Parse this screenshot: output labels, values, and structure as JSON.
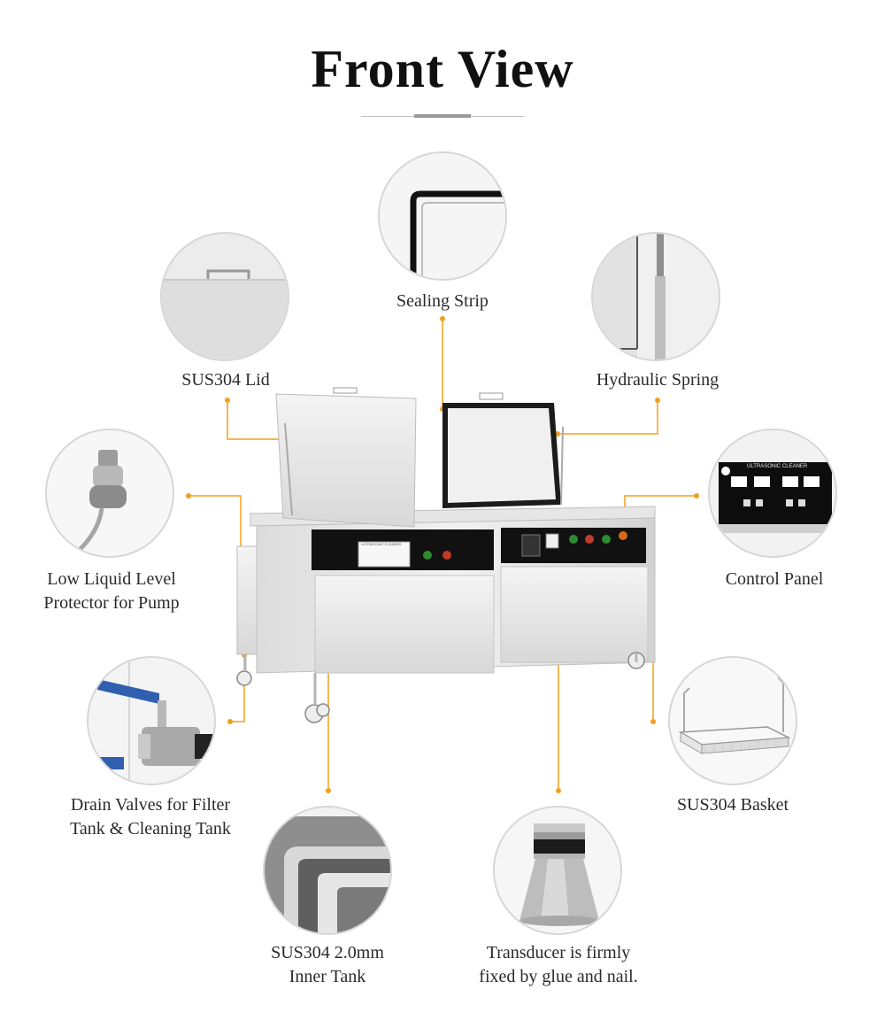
{
  "page": {
    "title": "Front View"
  },
  "callouts": {
    "sealing_strip": "Sealing Strip",
    "sus304_lid": "SUS304 Lid",
    "hydraulic_spring": "Hydraulic Spring",
    "low_liquid_line1": "Low Liquid Level",
    "low_liquid_line2": "Protector for Pump",
    "control_panel": "Control Panel",
    "drain_line1": "Drain Valves for Filter",
    "drain_line2": "Tank & Cleaning Tank",
    "basket": "SUS304 Basket",
    "inner_tank_line1": "SUS304 2.0mm",
    "inner_tank_line2": "Inner Tank",
    "transducer_line1": "Transducer is firmly",
    "transducer_line2": "fixed by glue and nail."
  },
  "panel_text": {
    "brand_panel": "ULTRASONIC CLEANER"
  },
  "colors": {
    "leader": "#f0a020",
    "circle_border": "#d6d6d6",
    "steel_light": "#e8e8e8",
    "steel_mid": "#cfcfcf",
    "panel_black": "#111111"
  }
}
